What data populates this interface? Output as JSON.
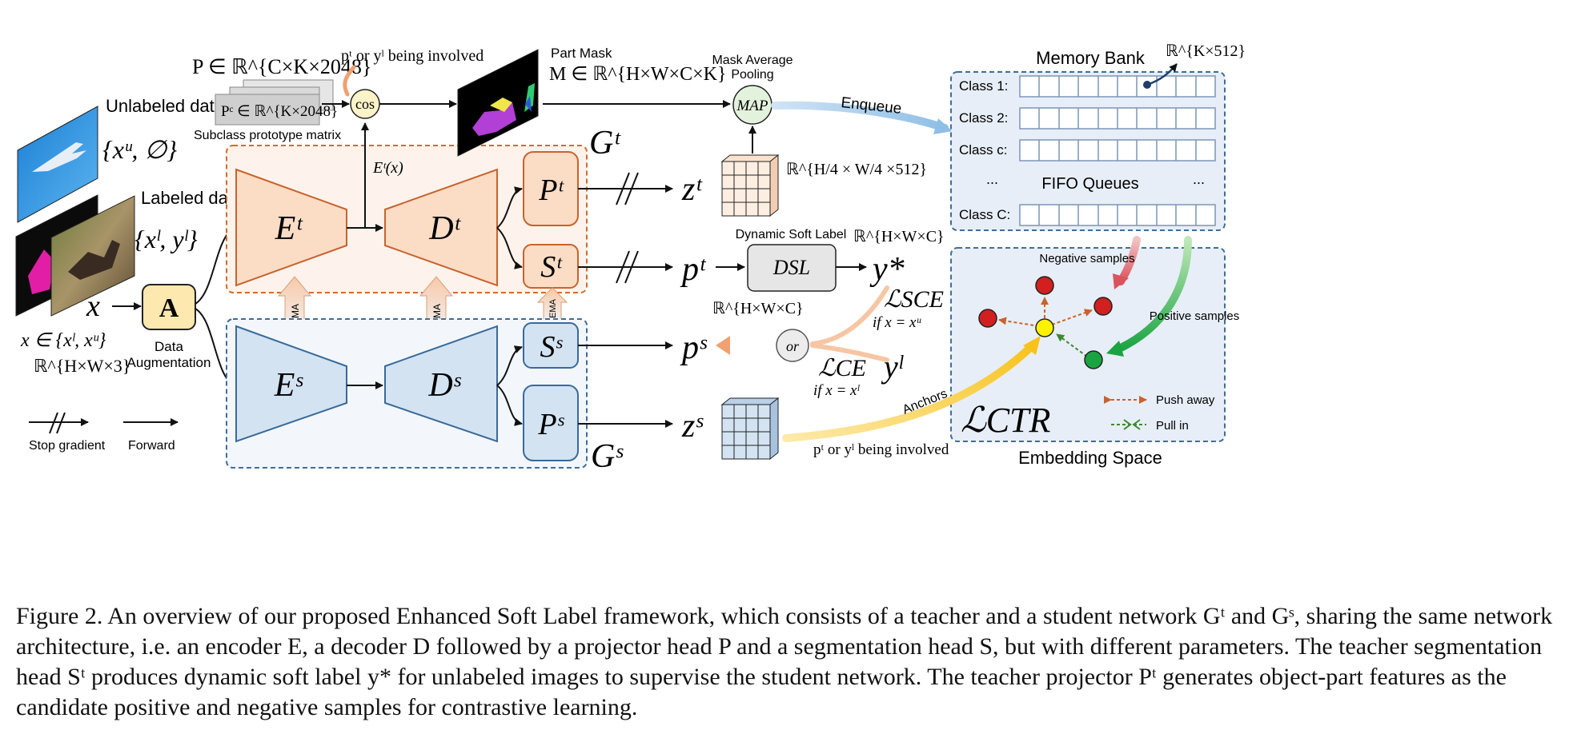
{
  "diagram": {
    "inputs": {
      "unlabeled_title": "Unlabeled data",
      "unlabeled_set": "{xᵘ, ∅}",
      "labeled_title": "Labeled data",
      "labeled_set": "{xˡ, yˡ}",
      "x": "x",
      "x_domain": "x ∈ {xˡ, xᵘ}",
      "x_shape": "ℝ^{H×W×3}",
      "aug_symbol": "A",
      "aug_label_1": "Data",
      "aug_label_2": "Augmentation"
    },
    "teacher": {
      "name": "Gᵗ",
      "encoder": "Eᵗ",
      "decoder": "Dᵗ",
      "projector": "Pᵗ",
      "seg_head": "Sᵗ",
      "feature_label": "Eᵗ(x)",
      "z": "zᵗ",
      "p": "pᵗ"
    },
    "student": {
      "name": "Gˢ",
      "encoder": "Eˢ",
      "decoder": "Dˢ",
      "projector": "Pˢ",
      "seg_head": "Sˢ",
      "z": "zˢ",
      "p": "pˢ"
    },
    "ema_label": "EMA",
    "prototype": {
      "P_label": "P ∈ ℝ^{C×K×2048}",
      "Pc_label": "Pᶜ ∈ ℝ^{K×2048}",
      "caption": "Subclass prototype matrix",
      "involved": "pᵗ or yˡ being involved",
      "cos": "cos"
    },
    "part_mask": {
      "title": "Part Mask",
      "formula": "M ∈ ℝ^{H×W×C×K}"
    },
    "map": {
      "title_1": "Mask Average",
      "title_2": "Pooling",
      "symbol": "MAP",
      "feature_shape": "ℝ^{H/4 × W/4 ×512}"
    },
    "dsl": {
      "title": "Dynamic Soft Label",
      "symbol": "DSL",
      "output": "y*",
      "shape": "ℝ^{H×W×C}"
    },
    "losses": {
      "sce": "ℒSCE",
      "sce_cond": "if x = xᵘ",
      "ce": "ℒCE",
      "ce_cond": "if x = xˡ",
      "or": "or",
      "yl": "yˡ",
      "ps_shape": "ℝ^{H×W×C}"
    },
    "enqueue": "Enqueue",
    "memory_bank": {
      "title": "Memory Bank",
      "dim": "ℝ^{K×512}",
      "rows": [
        "Class 1:",
        "Class 2:",
        "Class c:",
        "Class C:"
      ],
      "ellipsis": "...",
      "queues_label": "FIFO Queues"
    },
    "embedding": {
      "title": "Embedding Space",
      "negative": "Negative samples",
      "positive": "Positive samples",
      "anchors": "Anchors",
      "involved": "pᵗ or yˡ being involved",
      "loss": "ℒCTR",
      "push": "Push away",
      "pull": "Pull in"
    },
    "legend": {
      "stop_gradient": "Stop gradient",
      "forward": "Forward"
    },
    "colors": {
      "teacher_fill": "#fbdcc5",
      "teacher_stroke": "#c8632d",
      "student_fill": "#d3e3f2",
      "student_stroke": "#3a6a9a",
      "panel_fill": "#e7eef7",
      "negative": "#d21f1f",
      "positive": "#1aa341",
      "anchor": "#fff200"
    }
  },
  "caption": {
    "text": "Figure 2. An overview of our proposed Enhanced Soft Label framework, which consists of a teacher and a student network Gᵗ and Gˢ, sharing the same network architecture, i.e. an encoder E, a decoder D followed by a projector head P and a segmentation head S, but with different parameters. The teacher segmentation head Sᵗ produces dynamic soft label y* for unlabeled images to supervise the student network. The teacher projector Pᵗ generates object-part features as the candidate positive and negative samples for contrastive learning."
  }
}
